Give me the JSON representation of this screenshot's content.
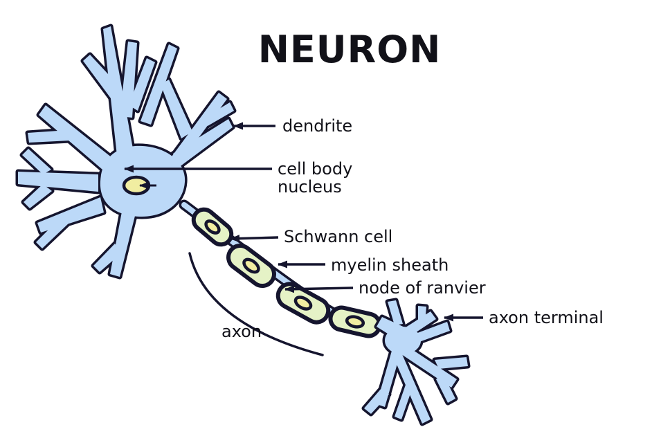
{
  "title": "NEURON",
  "labels": {
    "dendrite": "dendrite",
    "cell_body": "cell body",
    "nucleus": "nucleus",
    "schwann_cell": "Schwann cell",
    "myelin_sheath": "myelin sheath",
    "node_of_ranvier": "node of ranvier",
    "axon_terminal": "axon terminal",
    "axon": "axon"
  },
  "colors": {
    "background": "#ffffff",
    "outline": "#15152e",
    "cell_fill": "#bcd9f8",
    "myelin_fill": "#e5f2c6",
    "nucleus_fill": "#f1eda1",
    "text": "#111118"
  }
}
